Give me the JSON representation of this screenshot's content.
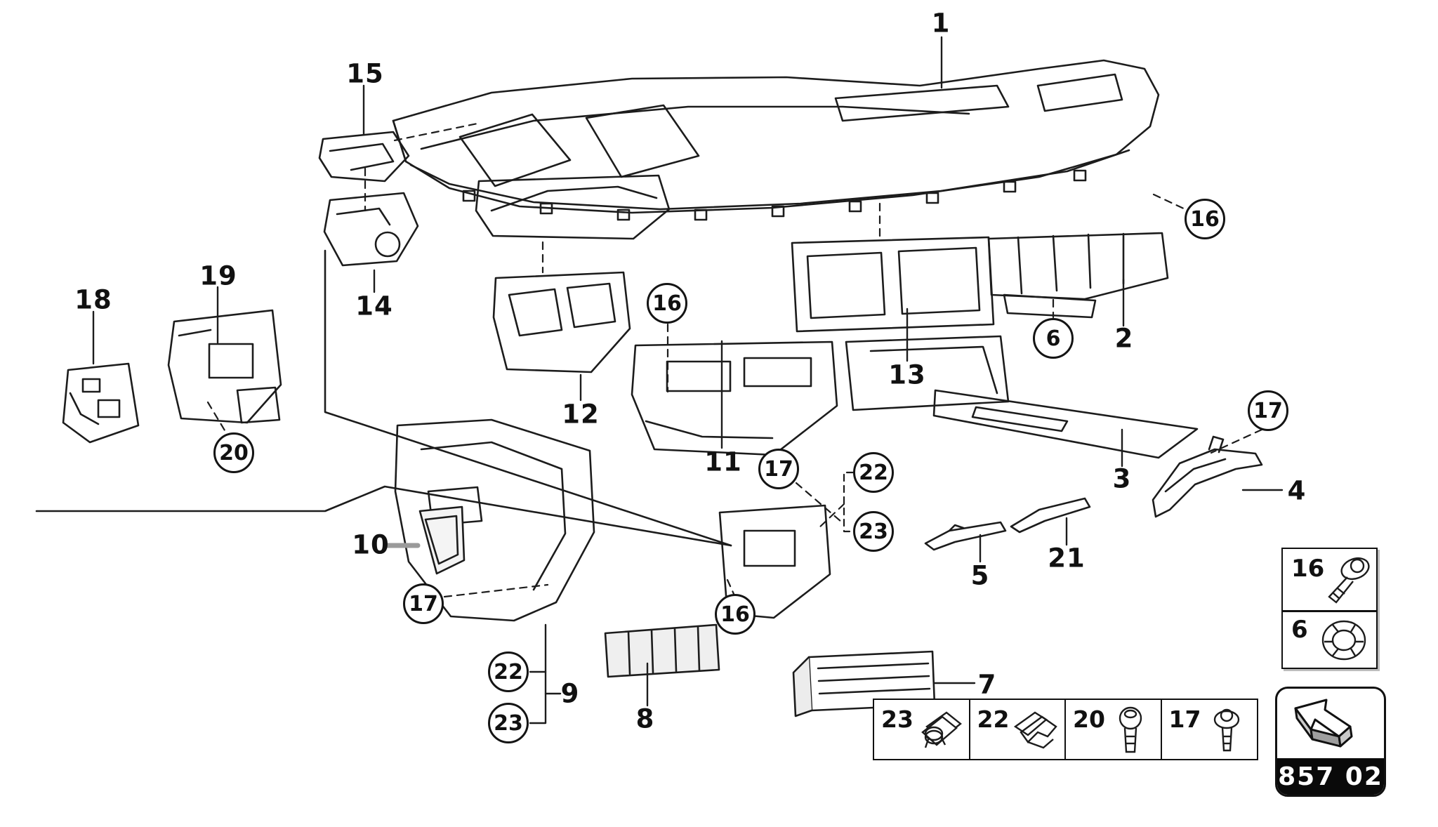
{
  "diagram": {
    "type": "exploded-parts-diagram",
    "subject": "dashboard / instrument panel trim",
    "plate_code": "857 02",
    "colors": {
      "background": "#ffffff",
      "line": "#1c1c1c",
      "text": "#111111",
      "plate_band": "#0a0a0a",
      "plate_text": "#ffffff",
      "shade": "#d9d9d9",
      "thick_leader": "#9a9a9a"
    },
    "callouts": [
      {
        "label": "1",
        "circled": false
      },
      {
        "label": "2",
        "circled": false
      },
      {
        "label": "3",
        "circled": false
      },
      {
        "label": "4",
        "circled": false
      },
      {
        "label": "5",
        "circled": false
      },
      {
        "label": "7",
        "circled": false
      },
      {
        "label": "8",
        "circled": false
      },
      {
        "label": "9",
        "circled": false
      },
      {
        "label": "10",
        "circled": false
      },
      {
        "label": "11",
        "circled": false
      },
      {
        "label": "12",
        "circled": false
      },
      {
        "label": "13",
        "circled": false
      },
      {
        "label": "14",
        "circled": false
      },
      {
        "label": "15",
        "circled": false
      },
      {
        "label": "18",
        "circled": false
      },
      {
        "label": "19",
        "circled": false
      },
      {
        "label": "21",
        "circled": false
      },
      {
        "label": "6",
        "circled": true
      },
      {
        "label": "16",
        "circled": true
      },
      {
        "label": "16",
        "circled": true
      },
      {
        "label": "16",
        "circled": true
      },
      {
        "label": "17",
        "circled": true
      },
      {
        "label": "17",
        "circled": true
      },
      {
        "label": "17",
        "circled": true
      },
      {
        "label": "20",
        "circled": true
      },
      {
        "label": "22",
        "circled": true
      },
      {
        "label": "23",
        "circled": true
      },
      {
        "label": "22",
        "circled": true
      },
      {
        "label": "23",
        "circled": true
      }
    ],
    "legend_row": [
      {
        "label": "23",
        "icon": "clip-nut-icon"
      },
      {
        "label": "22",
        "icon": "spring-clip-icon"
      },
      {
        "label": "20",
        "icon": "round-head-screw-icon"
      },
      {
        "label": "17",
        "icon": "washer-head-screw-icon"
      }
    ],
    "legend_column": [
      {
        "label": "16",
        "icon": "washer-screw-angled-icon"
      },
      {
        "label": "6",
        "icon": "push-nut-ring-icon"
      }
    ],
    "plate": {
      "code": "857 02",
      "icon": "arrow-up-left-3d-icon"
    }
  }
}
